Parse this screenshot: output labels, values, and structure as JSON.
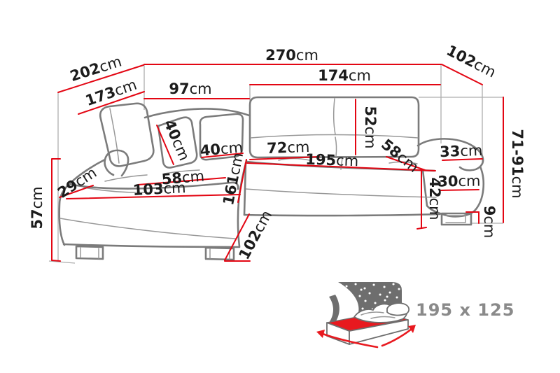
{
  "dimensions": {
    "d270": {
      "value": "270",
      "unit": "cm"
    },
    "d202": {
      "value": "202",
      "unit": "cm"
    },
    "d173": {
      "value": "173",
      "unit": "cm"
    },
    "d97": {
      "value": "97",
      "unit": "cm"
    },
    "d174": {
      "value": "174",
      "unit": "cm"
    },
    "d102t": {
      "value": "102",
      "unit": "cm"
    },
    "d7191": {
      "value": "71-91",
      "unit": "cm"
    },
    "d52": {
      "value": "52",
      "unit": "cm"
    },
    "d40a": {
      "value": "40",
      "unit": "cm"
    },
    "d40b": {
      "value": "40",
      "unit": "cm"
    },
    "d72": {
      "value": "72",
      "unit": "cm"
    },
    "d195": {
      "value": "195",
      "unit": "cm"
    },
    "d58r": {
      "value": "58",
      "unit": "cm"
    },
    "d33": {
      "value": "33",
      "unit": "cm"
    },
    "d30": {
      "value": "30",
      "unit": "cm"
    },
    "d42": {
      "value": "42",
      "unit": "cm"
    },
    "d9": {
      "value": "9",
      "unit": "cm"
    },
    "d161": {
      "value": "161",
      "unit": "cm"
    },
    "d58l": {
      "value": "58",
      "unit": "cm"
    },
    "d103": {
      "value": "103",
      "unit": "cm"
    },
    "d29": {
      "value": "29",
      "unit": "cm"
    },
    "d57": {
      "value": "57",
      "unit": "cm"
    },
    "d102b": {
      "value": "102",
      "unit": "cm"
    }
  },
  "sleeping_area": {
    "label": "195 x 125"
  },
  "colors": {
    "dimension_red": "#e30613",
    "outline_gray": "#7b7b7b",
    "label_black": "#1c1c1c",
    "bed_panel_gray": "#6e6e6e",
    "bed_text_gray": "#8a8a8a",
    "bed_surface_red": "#e8191f",
    "background": "#ffffff"
  }
}
